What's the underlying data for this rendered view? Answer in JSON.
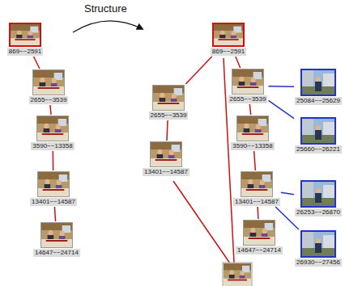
{
  "diagram": {
    "nodes": [
      {
        "text": [
          "869~~2591"
        ]
      },
      {
        "text": [
          "2655~~3539"
        ]
      },
      {
        "text": [
          "3590~~13358"
        ]
      },
      {
        "text": [
          "13401~~14587"
        ]
      },
      {
        "text": [
          "14647~~24714"
        ]
      },
      {
        "text": [
          "869~~2591"
        ]
      },
      {
        "text": [
          "2655~~3539"
        ]
      },
      {
        "text": [
          "25084~~25629"
        ]
      },
      {
        "text": [
          "2655~~3539"
        ]
      },
      {
        "text": [
          "3590~~13358"
        ]
      },
      {
        "text": [
          "25660~~26221"
        ]
      },
      {
        "text": [
          "13401~~14587"
        ]
      },
      {
        "text": [
          "13401~~14587"
        ]
      },
      {
        "text": [
          "26253~~26870"
        ]
      },
      {
        "text": [
          "14647~~24714"
        ]
      },
      {
        "text": [
          "26930~~27456"
        ]
      }
    ],
    "edges": [
      {
        "from": 0,
        "to": 1,
        "arrow": "none"
      },
      {
        "from": 1,
        "to": 2,
        "arrow": "none"
      },
      {
        "from": 2,
        "to": 3,
        "arrow": "none"
      },
      {
        "from": 3,
        "to": 4,
        "arrow": "none"
      },
      {
        "from": 5,
        "to": 8,
        "arrow": "none"
      },
      {
        "from": 5,
        "to": 6,
        "arrow": "none"
      },
      {
        "from": 8,
        "to": 11,
        "arrow": "none"
      },
      {
        "from": 6,
        "to": 7,
        "arrow": "none"
      },
      {
        "from": 6,
        "to": 10,
        "arrow": "none"
      },
      {
        "from": 6,
        "to": 9,
        "arrow": "none"
      },
      {
        "from": 9,
        "to": 12,
        "arrow": "none"
      },
      {
        "from": 12,
        "to": 13,
        "arrow": "none"
      },
      {
        "from": 12,
        "to": 15,
        "arrow": "none"
      },
      {
        "from": 12,
        "to": 14,
        "arrow": "none"
      }
    ],
    "labels": [
      "Structure"
    ]
  }
}
